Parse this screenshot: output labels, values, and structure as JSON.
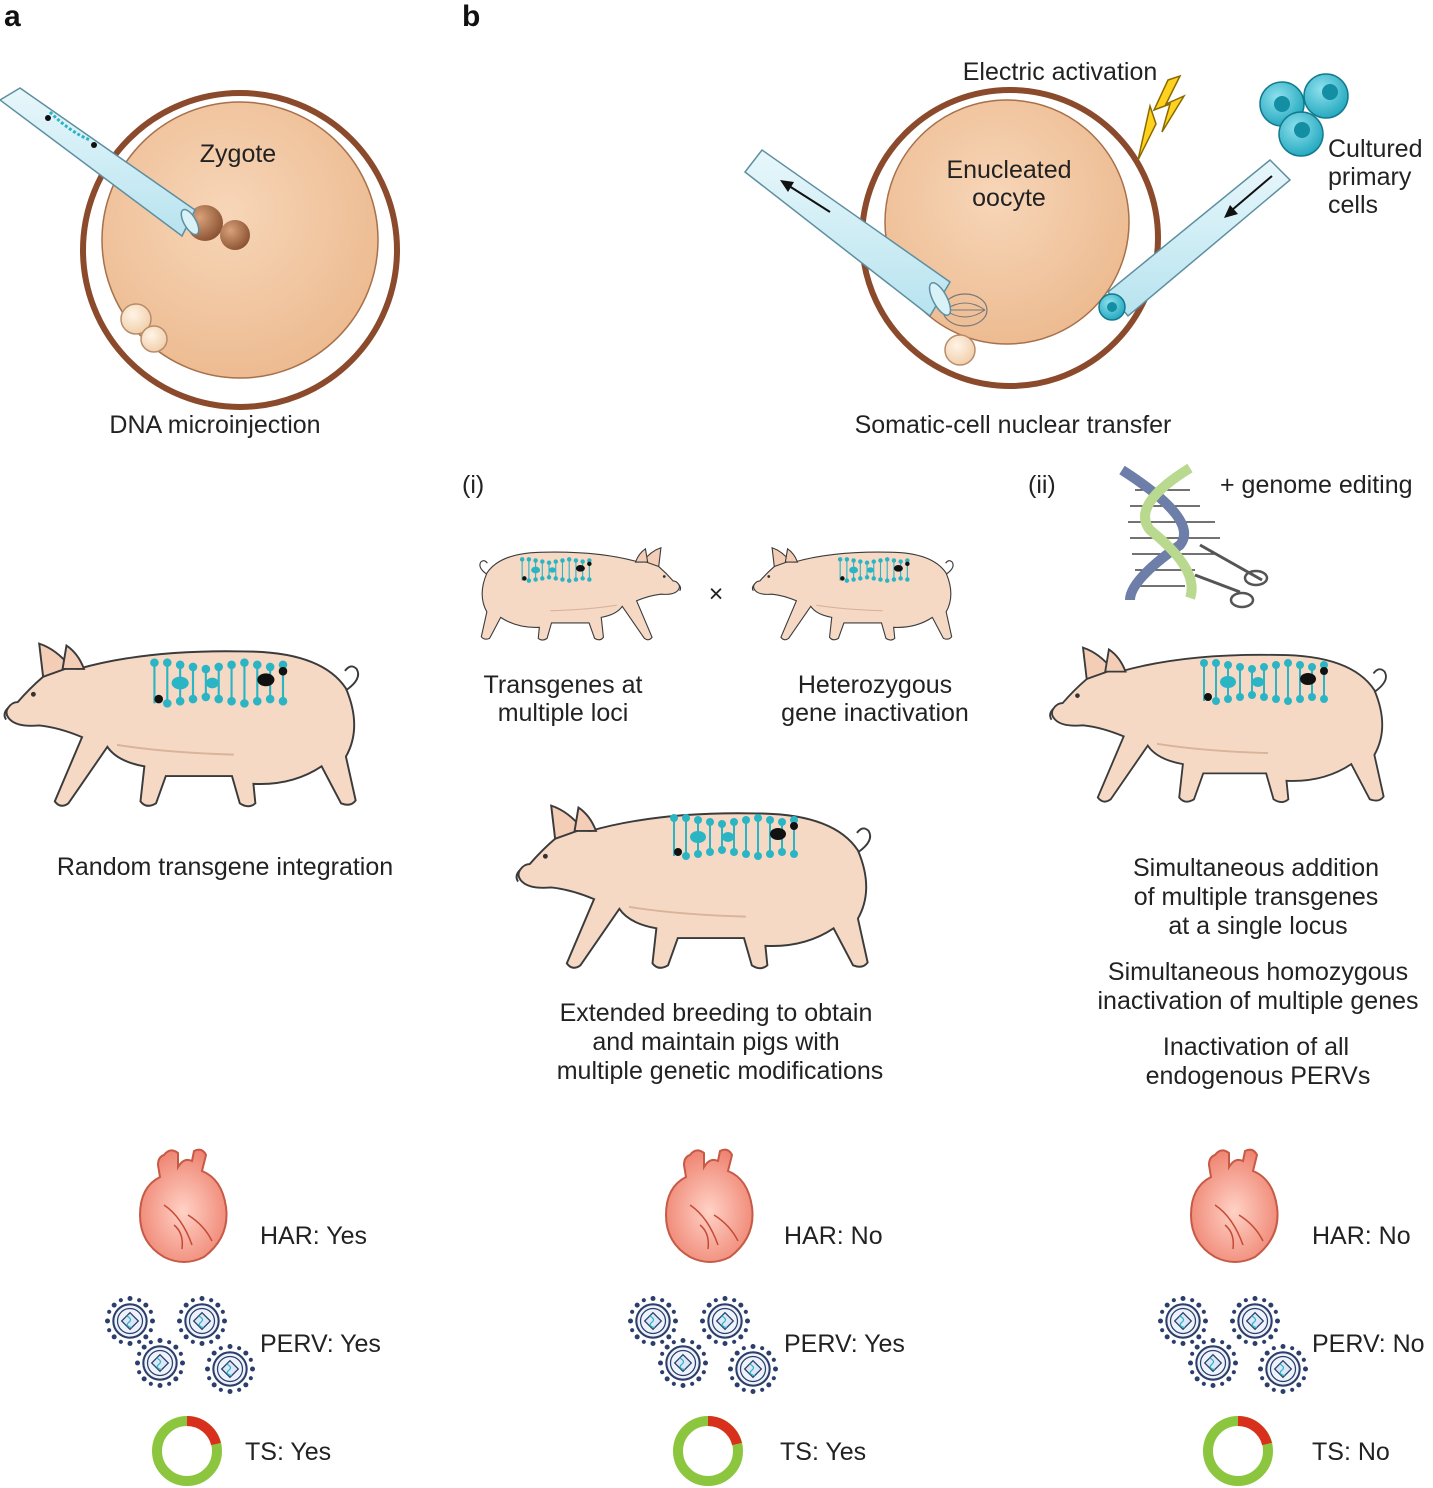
{
  "panels": {
    "a": "a",
    "b": "b"
  },
  "microinjection": {
    "zygote_label": "Zygote",
    "caption": "DNA microinjection",
    "pig_caption": "Random transgene integration"
  },
  "scnt": {
    "activation_label": "Electric activation",
    "oocyte_label": [
      "Enucleated",
      "oocyte"
    ],
    "cells_label": [
      "Cultured",
      "primary",
      "cells"
    ],
    "caption": "Somatic-cell nuclear transfer"
  },
  "route_i": {
    "marker": "(i)",
    "cross_symbol": "×",
    "left_pig_caption": [
      "Transgenes at",
      "multiple loci"
    ],
    "right_pig_caption": [
      "Heterozygous",
      "gene inactivation"
    ],
    "result_caption": [
      "Extended breeding to obtain",
      "and maintain pigs with",
      "multiple genetic modifications"
    ]
  },
  "route_ii": {
    "marker": "(ii)",
    "editing_label": "+ genome editing",
    "captions": [
      [
        "Simultaneous addition",
        "of multiple transgenes",
        "at a single locus"
      ],
      [
        "Simultaneous homozygous",
        "inactivation of multiple genes"
      ],
      [
        "Inactivation of all",
        "endogenous PERVs"
      ]
    ]
  },
  "outcomes": [
    {
      "har": "HAR: Yes",
      "perv": "PERV: Yes",
      "ts": "TS: Yes"
    },
    {
      "har": "HAR: No",
      "perv": "PERV: Yes",
      "ts": "TS: Yes"
    },
    {
      "har": "HAR: No",
      "perv": "PERV: No",
      "ts": "TS: No"
    }
  ],
  "colors": {
    "cell_body": "#f2c7a2",
    "zona": "#8b4a2b",
    "pig_skin": "#f6d9c5",
    "dna": "#2bb5c4",
    "heart": "#f08a78",
    "ts_green": "#8cc63f",
    "ts_red": "#d9301e",
    "virus": "#2c3e6b"
  }
}
